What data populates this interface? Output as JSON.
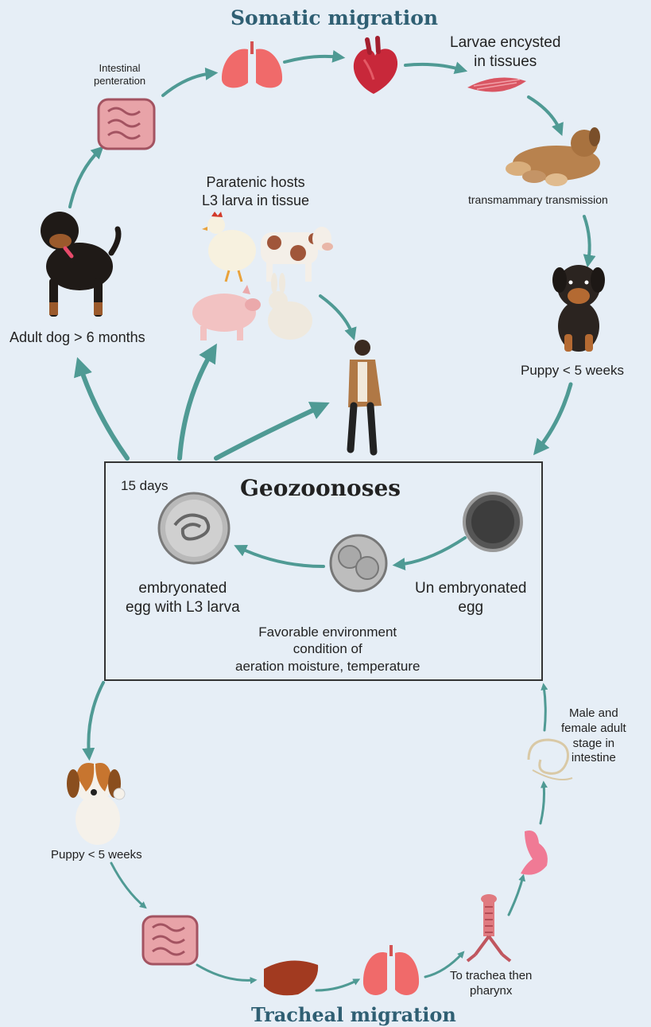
{
  "titles": {
    "somatic": "Somatic migration",
    "tracheal": "Tracheal migration",
    "box": "Geozoonoses"
  },
  "labels": {
    "intestinal": "Intestinal\npenteration",
    "larvae_encysted": "Larvae encysted\nin tissues",
    "transmammary": "transmammary transmission",
    "paratenic": "Paratenic hosts\nL3 larva in tissue",
    "adult_dog": "Adult dog > 6 months",
    "puppy_top": "Puppy < 5 weeks",
    "days": "15 days",
    "embryonated": "embryonated\negg with L3 larva",
    "unembryonated": "Un embryonated\negg",
    "favorable": "Favorable environment\ncondition of\naeration moisture, temperature",
    "male_female": "Male and\nfemale adult\nstage in\nintestine",
    "puppy_bottom": "Puppy < 5 weeks",
    "trachea": "To trachea then\npharynx"
  },
  "colors": {
    "background": "#e6eef6",
    "arrow": "#4f9a94",
    "title": "#2f5f73",
    "lung": "#f06a6a",
    "heart": "#c8283a",
    "intestine": "#e8a3a8",
    "liver": "#a23a20",
    "stomach": "#f07a95"
  },
  "icons": [
    "lungs-icon",
    "heart-icon",
    "muscle-icon",
    "nursing-dog-icon",
    "puppy-rottweiler-icon",
    "rottweiler-icon",
    "intestine-icon",
    "hen-icon",
    "cow-icon",
    "pig-icon",
    "rabbit-icon",
    "human-icon",
    "egg-icon",
    "beagle-puppy-icon",
    "liver-icon",
    "trachea-icon",
    "stomach-icon",
    "worm-icon"
  ]
}
